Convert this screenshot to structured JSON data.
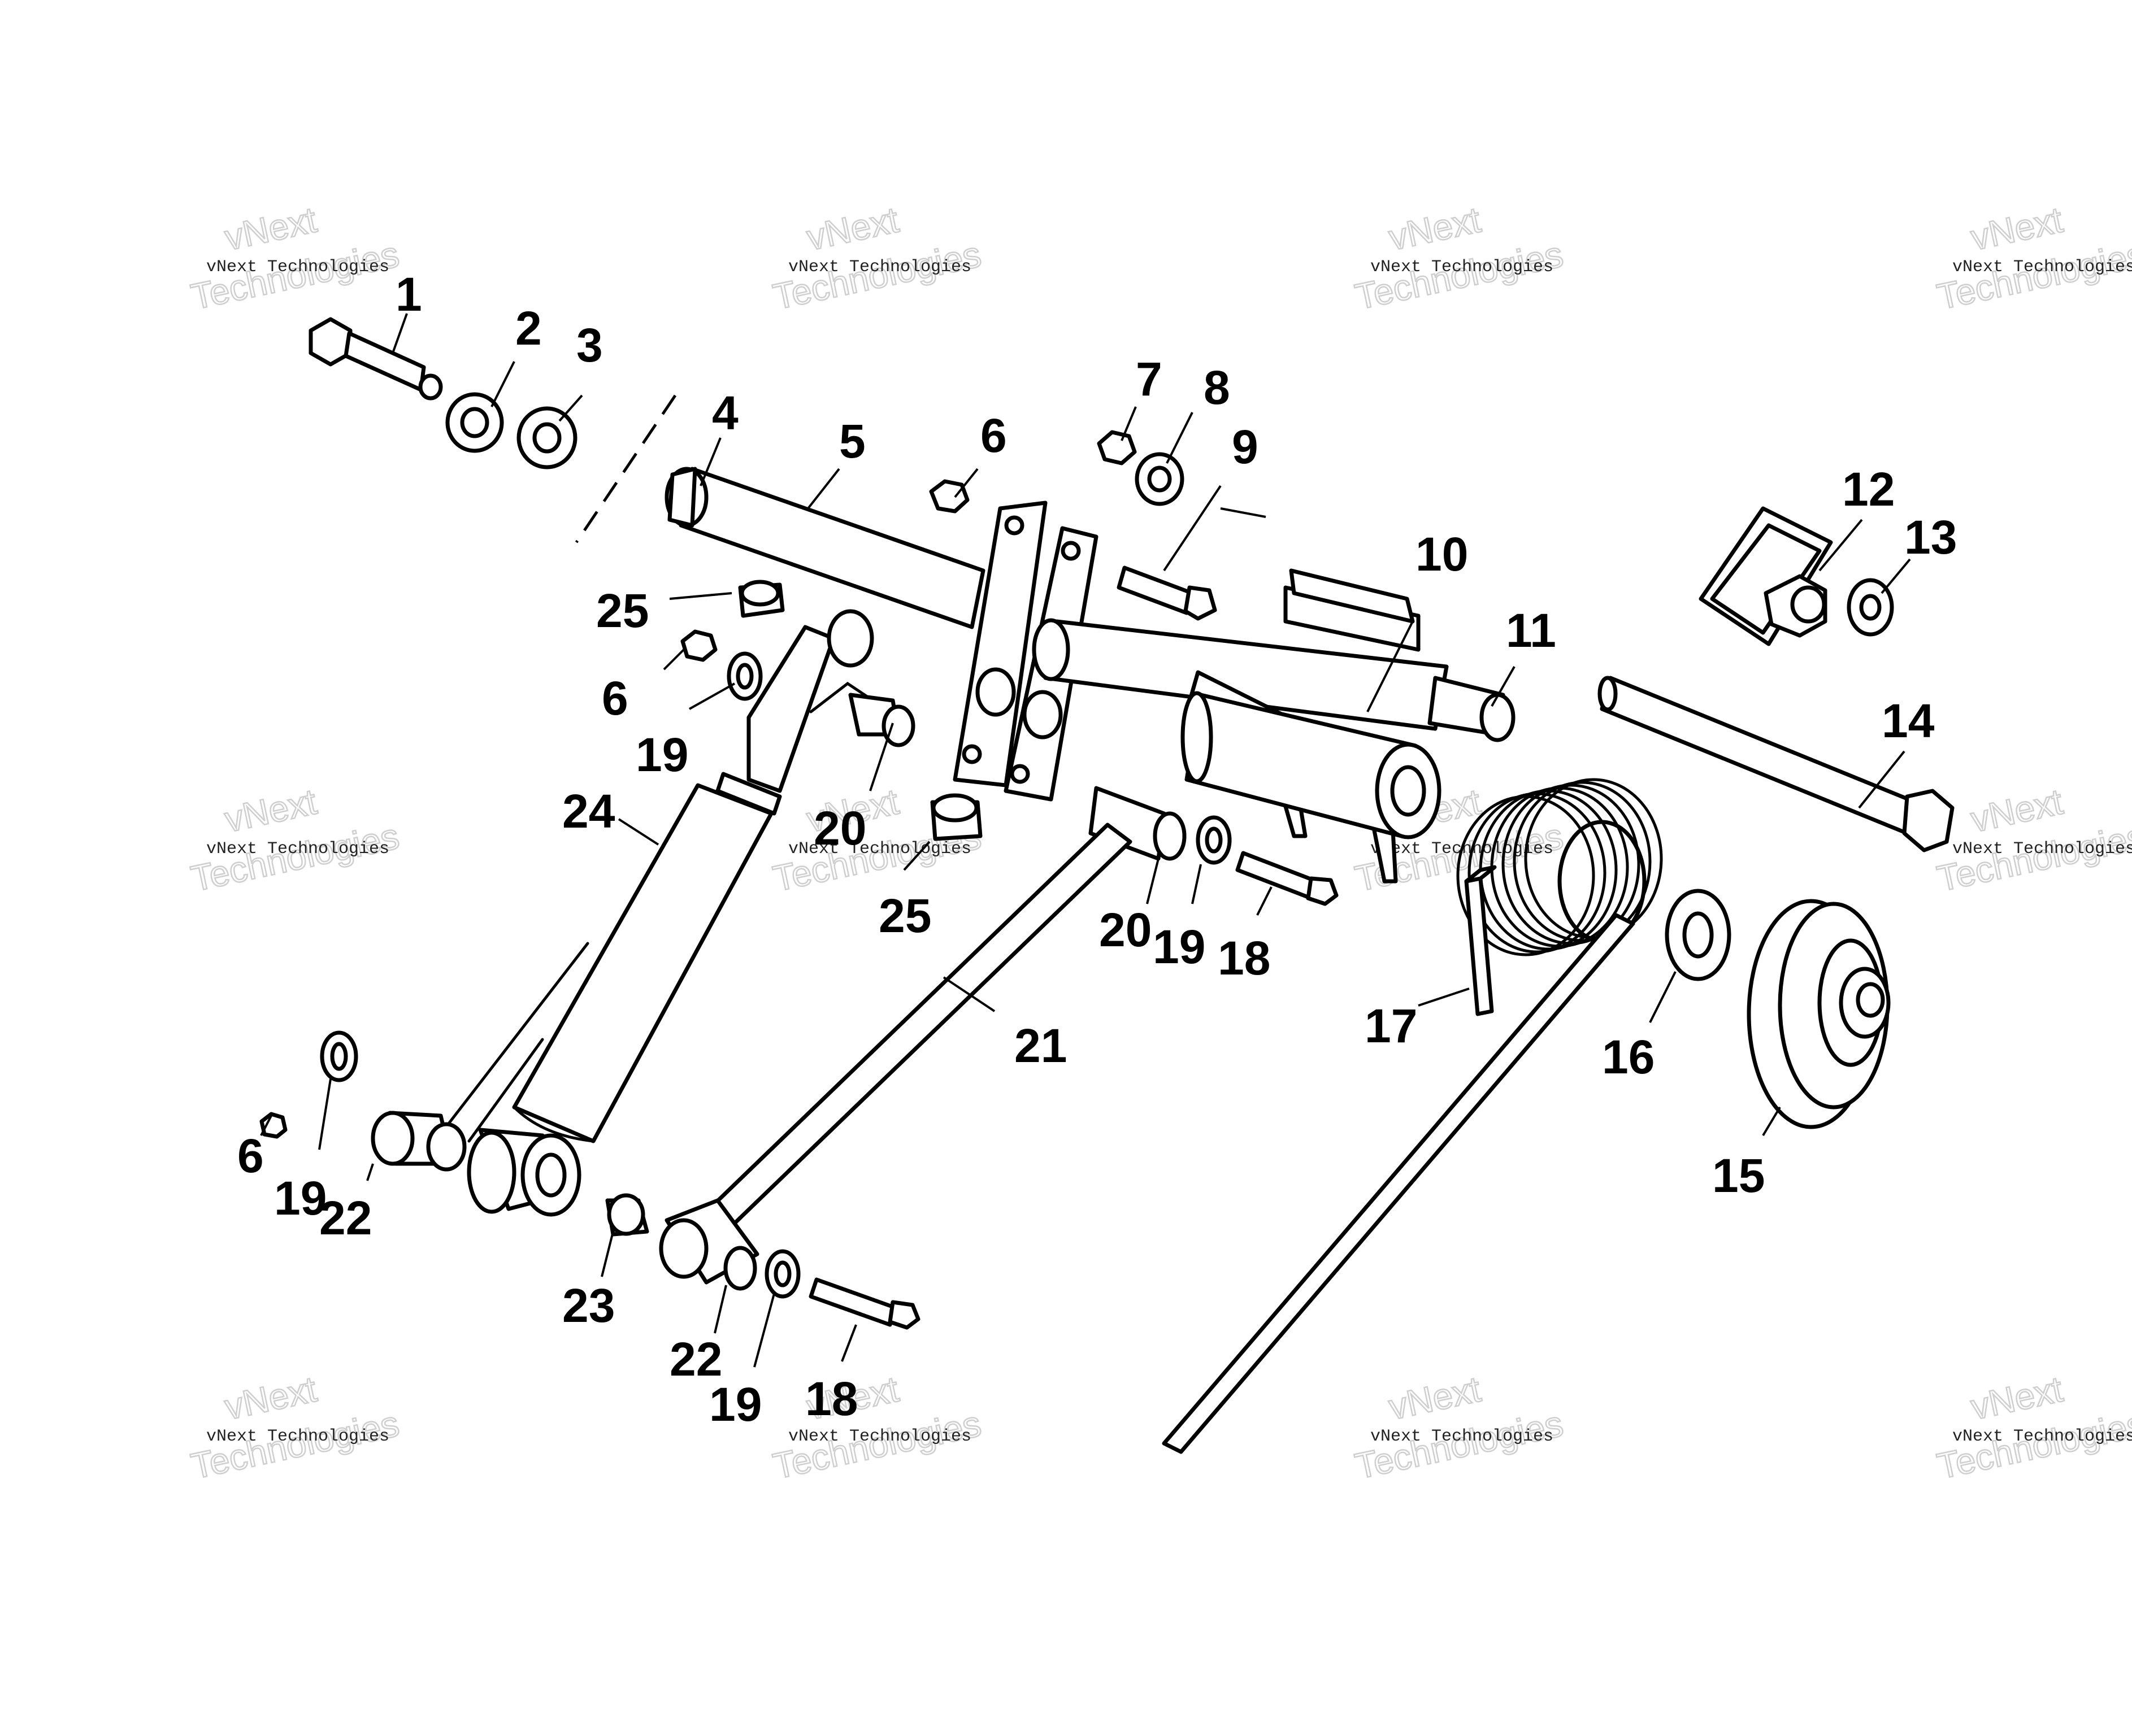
{
  "callouts": [
    {
      "id": "c1",
      "text": "1"
    },
    {
      "id": "c2",
      "text": "2"
    },
    {
      "id": "c3",
      "text": "3"
    },
    {
      "id": "c4",
      "text": "4"
    },
    {
      "id": "c5",
      "text": "5"
    },
    {
      "id": "c6a",
      "text": "6"
    },
    {
      "id": "c6b",
      "text": "6"
    },
    {
      "id": "c6c",
      "text": "6"
    },
    {
      "id": "c7",
      "text": "7"
    },
    {
      "id": "c8",
      "text": "8"
    },
    {
      "id": "c9",
      "text": "9"
    },
    {
      "id": "c10",
      "text": "10"
    },
    {
      "id": "c11",
      "text": "11"
    },
    {
      "id": "c12",
      "text": "12"
    },
    {
      "id": "c13",
      "text": "13"
    },
    {
      "id": "c14",
      "text": "14"
    },
    {
      "id": "c15",
      "text": "15"
    },
    {
      "id": "c16",
      "text": "16"
    },
    {
      "id": "c17",
      "text": "17"
    },
    {
      "id": "c18a",
      "text": "18"
    },
    {
      "id": "c18b",
      "text": "18"
    },
    {
      "id": "c19a",
      "text": "19"
    },
    {
      "id": "c19b",
      "text": "19"
    },
    {
      "id": "c19c",
      "text": "19"
    },
    {
      "id": "c19d",
      "text": "19"
    },
    {
      "id": "c20a",
      "text": "20"
    },
    {
      "id": "c20b",
      "text": "20"
    },
    {
      "id": "c21",
      "text": "21"
    },
    {
      "id": "c22a",
      "text": "22"
    },
    {
      "id": "c22b",
      "text": "22"
    },
    {
      "id": "c23",
      "text": "23"
    },
    {
      "id": "c24",
      "text": "24"
    },
    {
      "id": "c25a",
      "text": "25"
    },
    {
      "id": "c25b",
      "text": "25"
    }
  ],
  "watermark": {
    "line1": "vNext Technologies",
    "line2": "vNext",
    "line3": "Technologies"
  }
}
